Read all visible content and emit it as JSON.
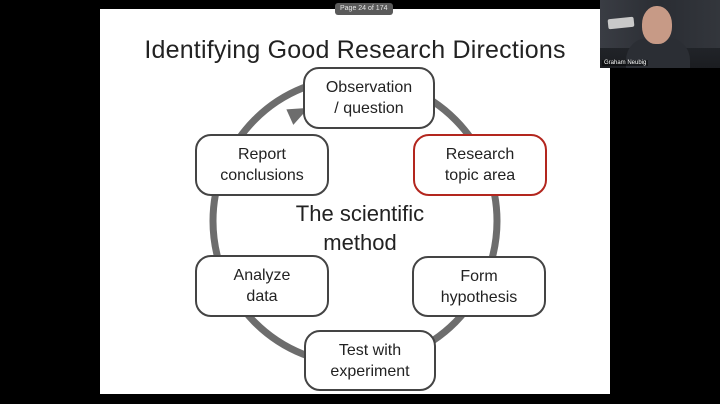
{
  "viewer": {
    "page_indicator": "Page 24 of 174"
  },
  "slide": {
    "title": "Identifying Good Research Directions",
    "center_label": [
      "The scientific",
      "method"
    ],
    "nodes": [
      {
        "id": "observation",
        "lines": [
          "Observation",
          "/ question"
        ],
        "highlighted": false
      },
      {
        "id": "research",
        "lines": [
          "Research",
          "topic area"
        ],
        "highlighted": true
      },
      {
        "id": "hypothesis",
        "lines": [
          "Form",
          "hypothesis"
        ],
        "highlighted": false
      },
      {
        "id": "test",
        "lines": [
          "Test with",
          "experiment"
        ],
        "highlighted": false
      },
      {
        "id": "analyze",
        "lines": [
          "Analyze",
          "data"
        ],
        "highlighted": false
      },
      {
        "id": "report",
        "lines": [
          "Report",
          "conclusions"
        ],
        "highlighted": false
      }
    ],
    "colors": {
      "highlight_border": "#b3261e",
      "box_border": "#444444",
      "cycle_arrow": "#6d6d6d"
    }
  },
  "webcam": {
    "name": "Graham Neubig"
  }
}
